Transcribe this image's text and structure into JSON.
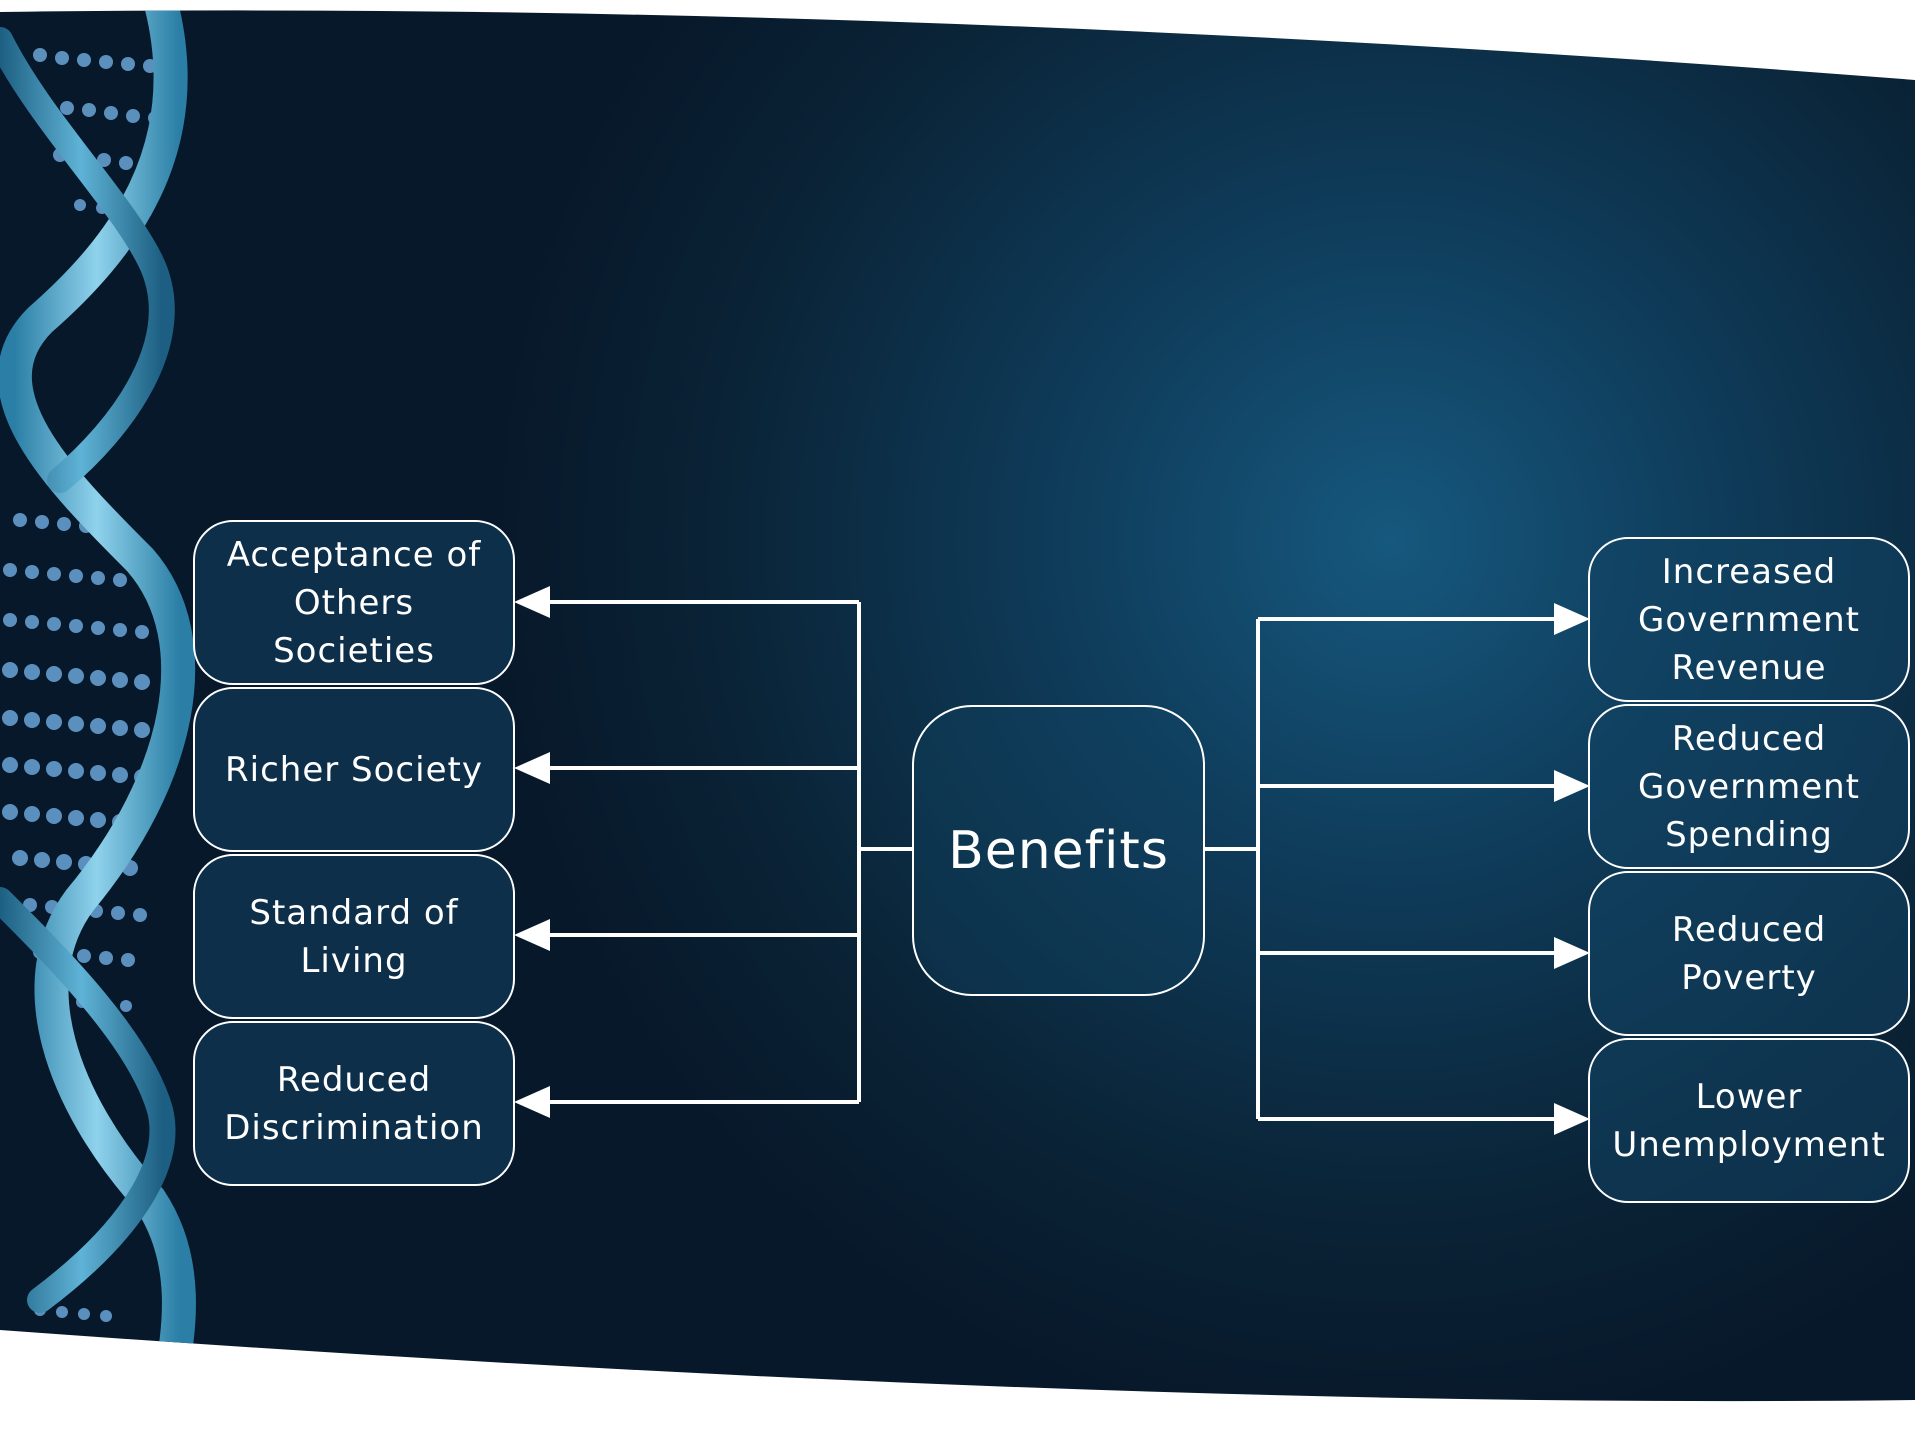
{
  "diagram": {
    "center": {
      "label": "Benefits"
    },
    "left_items": [
      {
        "label": "Acceptance of Others Societies"
      },
      {
        "label": "Richer Society"
      },
      {
        "label": "Standard of Living"
      },
      {
        "label": "Reduced Discrimination"
      }
    ],
    "right_items": [
      {
        "label": "Increased Government Revenue"
      },
      {
        "label": "Reduced Government Spending"
      },
      {
        "label": "Reduced Poverty"
      },
      {
        "label": "Lower Unemployment"
      }
    ]
  },
  "colors": {
    "background_dark": "#0a1e2e",
    "background_glow": "#1a5a80",
    "connector": "#ffffff",
    "node_border": "#ffffff",
    "dna_helix": "#3a8db0"
  },
  "icons": {
    "decoration": "dna-helix"
  }
}
